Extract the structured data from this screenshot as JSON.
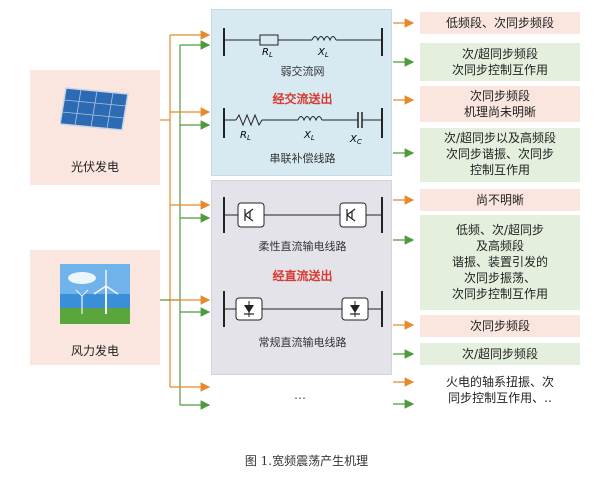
{
  "sources": {
    "pv": "光伏发电",
    "wind": "风力发电"
  },
  "ac": {
    "weak_grid": "弱交流网",
    "series_comp": "串联补偿线路",
    "send_label": "经交流送出",
    "r1": "R",
    "r1_sub": "L",
    "x1": "X",
    "x1_sub": "L",
    "r2": "R",
    "r2_sub": "L",
    "x2": "X",
    "x2_sub": "L",
    "xc": "X",
    "xc_sub": "C"
  },
  "dc": {
    "flexible": "柔性直流输电线路",
    "send_label": "经直流送出",
    "conventional": "常规直流输电线路"
  },
  "ellipsis": "…",
  "outputs": [
    {
      "text": "低频段、次同步频段"
    },
    {
      "text": "次/超同步频段\n次同步控制互作用"
    },
    {
      "text": "次同步频段\n机理尚未明晰"
    },
    {
      "text": "次/超同步以及高频段\n次同步谐振、次同步\n控制互作用"
    },
    {
      "text": "尚不明晰"
    },
    {
      "text": "低频、次/超同步\n及高频段\n谐振、装置引发的\n次同步振荡、\n次同步控制互作用"
    },
    {
      "text": "次同步频段"
    },
    {
      "text": "次/超同步频段"
    },
    {
      "text": "火电的轴系扭振、次\n同步控制互作用、.."
    }
  ],
  "caption": "图 1.宽频震荡产生机理",
  "colors": {
    "orange": "#e58a2e",
    "green": "#4f9a3f",
    "pink_box": "#fbe6df",
    "green_box": "#e4efdd",
    "red_text": "#d83a2f"
  },
  "icons": {
    "pv": "solar-panel-icon",
    "wind": "wind-turbine-icon"
  }
}
